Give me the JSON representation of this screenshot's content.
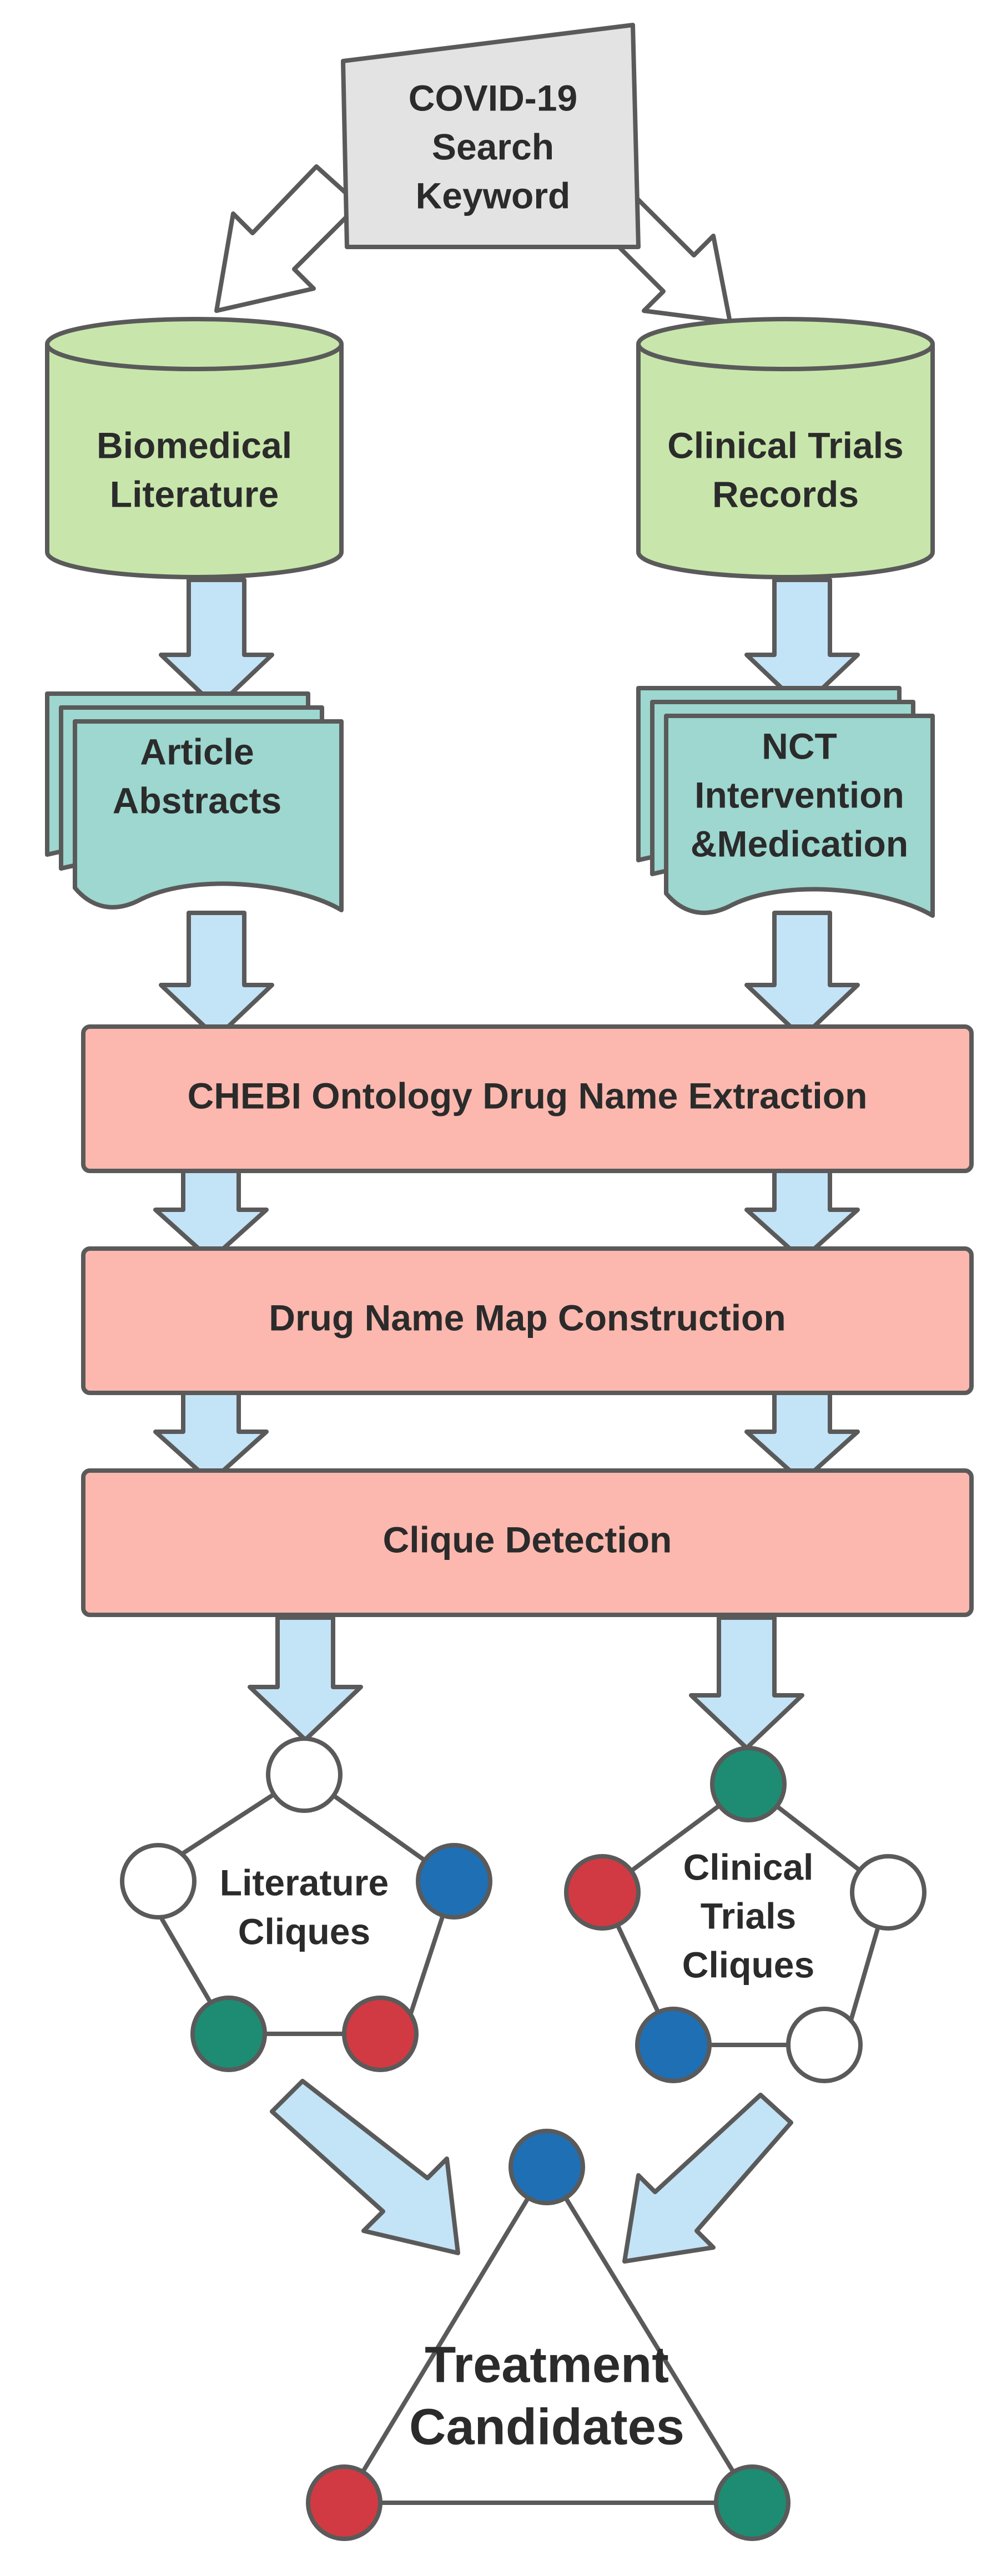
{
  "colors": {
    "arrow_fill": "#c3e3f7",
    "arrow_stroke": "#5a5a5a",
    "keyword_fill": "#e3e3e3",
    "database_fill": "#c8e6ab",
    "document_fill": "#9dd7cf",
    "process_fill": "#fcb8ae",
    "node_white": "#ffffff",
    "node_blue": "#1f6fb5",
    "node_red": "#d13a42",
    "node_green": "#1d8c72"
  },
  "nodes": {
    "keyword": {
      "line1": "COVID-19",
      "line2": "Search",
      "line3": "Keyword"
    },
    "literature_db": {
      "line1": "Biomedical",
      "line2": "Literature"
    },
    "trials_db": {
      "line1": "Clinical Trials",
      "line2": "Records"
    },
    "abstracts": {
      "line1": "Article",
      "line2": "Abstracts"
    },
    "nct": {
      "line1": "NCT",
      "line2": "Intervention",
      "line3": "&Medication"
    },
    "extraction": "CHEBI Ontology Drug Name Extraction",
    "map_construction": "Drug Name Map Construction",
    "clique_detection": "Clique Detection",
    "literature_cliques": {
      "line1": "Literature",
      "line2": "Cliques"
    },
    "trials_cliques": {
      "line1": "Clinical",
      "line2": "Trials",
      "line3": "Cliques"
    },
    "treatment": {
      "line1": "Treatment",
      "line2": "Candidates"
    }
  }
}
